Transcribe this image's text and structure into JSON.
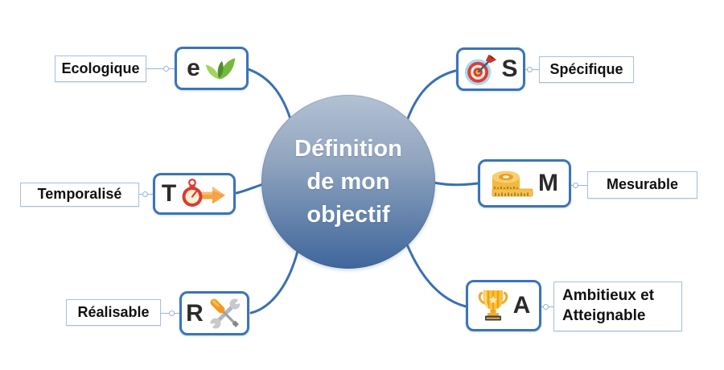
{
  "title": "Définition de mon objectif",
  "center": {
    "line1": "Définition",
    "line2": "de mon",
    "line3": "objectif"
  },
  "branches": [
    {
      "key": "e",
      "letter": "e",
      "label": "Ecologique",
      "icon": "leaf-icon"
    },
    {
      "key": "S",
      "letter": "S",
      "label": "Spécifique",
      "icon": "target-icon"
    },
    {
      "key": "M",
      "letter": "M",
      "label": "Mesurable",
      "icon": "measuring-tape-icon"
    },
    {
      "key": "A",
      "letter": "A",
      "label": "Ambitieux et Atteignable",
      "icon": "trophy-icon"
    },
    {
      "key": "R",
      "letter": "R",
      "label": "Réalisable",
      "icon": "tools-icon"
    },
    {
      "key": "T",
      "letter": "T",
      "label": "Temporalisé",
      "icon": "stopwatch-arrow-icon"
    }
  ],
  "colors": {
    "branch_line": "#3a70b2",
    "node_border": "#3b74ba",
    "label_border": "#a9c0dc",
    "connector": "#9ab4d0",
    "circle_gradient_top": "#b3c1d4",
    "circle_gradient_bottom": "#3f669c",
    "center_text": "#ffffff",
    "letter_text": "#2b2b2b",
    "label_text": "#111111"
  }
}
